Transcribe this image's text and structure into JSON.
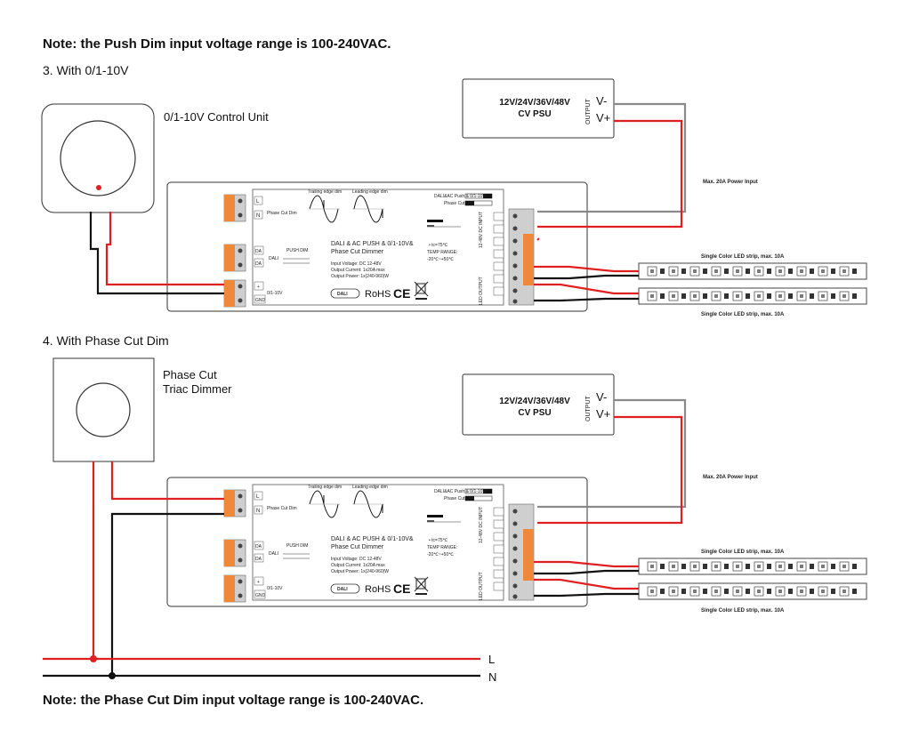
{
  "notes": {
    "top": "Note: the Push Dim input voltage range is 100-240VAC.",
    "bottom": "Note: the Phase Cut Dim input voltage range is 100-240VAC."
  },
  "sections": {
    "s3": "3. With 0/1-10V",
    "s4": "4. With Phase Cut Dim"
  },
  "control_units": {
    "v010": "0/1-10V Control Unit",
    "phase_line1": "Phase Cut",
    "phase_line2": "Triac Dimmer"
  },
  "psu": {
    "line1": "12V/24V/36V/48V",
    "line2": "CV PSU",
    "output": "OUTPUT",
    "vminus": "V-",
    "vplus": "V+"
  },
  "power_input": "Max. 20A Power Input",
  "led_strip": "Single Color LED strip, max. 10A",
  "mains": {
    "L": "L",
    "N": "N"
  },
  "dimmer": {
    "trailing": "Trailing edge dim",
    "leading": "Leading edge dim",
    "phase_cut_dim": "Phase Cut Dim",
    "L": "L",
    "N": "N",
    "DA": "DA",
    "DALI": "DALI",
    "push_dim": "PUSH DIM",
    "v010_term": "0/1-10V",
    "plus": "+",
    "gnd": "GND",
    "title1": "DALI & AC PUSH & 0/1-10V&",
    "title2": "Phase Cut Dimmer",
    "spec1": "Input Voltage: DC 12-48V",
    "spec2": "Output Current: 1x20A max",
    "spec3": "Output Power: 1x(240-960)W",
    "switch1": "DALI&AC Push & 0/1-10V",
    "switch2": "Phase Cut DIM",
    "tc": "• tc=75℃",
    "temp": "TEMP RANGE:",
    "temp_range": "-20℃~+50℃",
    "input_dc": "12-48V DC INPUT",
    "led_output": "LED OUTPUT",
    "rohs": "RoHS",
    "ce": "CE",
    "dali_logo": "DALI"
  },
  "colors": {
    "red_wire": "#e02020",
    "gray_wire": "#8a8a8a",
    "orange_terminal": "#f0883a",
    "led_chip": "#7a7a7a"
  }
}
